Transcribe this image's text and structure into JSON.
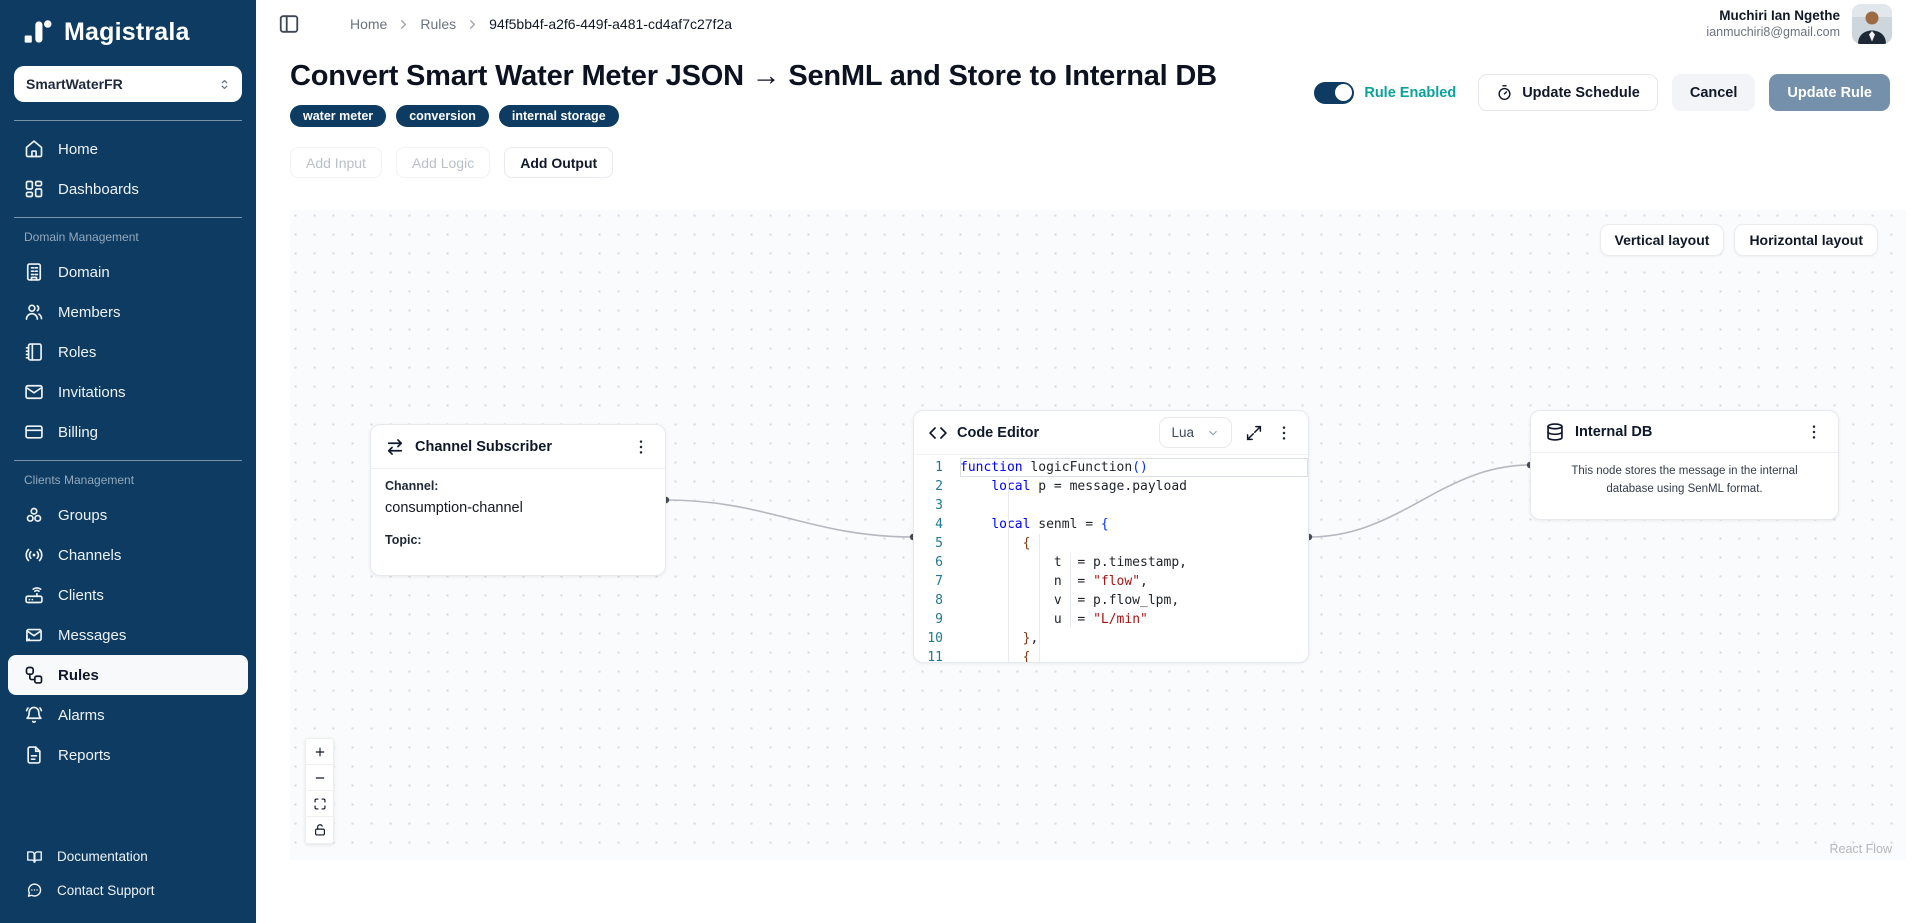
{
  "brand": {
    "name": "Magistrala"
  },
  "sidebar": {
    "domain_selector": "SmartWaterFR",
    "active_item": "Rules",
    "primary": [
      "Home",
      "Dashboards"
    ],
    "sections": [
      {
        "title": "Domain Management",
        "items": [
          "Domain",
          "Members",
          "Roles",
          "Invitations",
          "Billing"
        ]
      },
      {
        "title": "Clients Management",
        "items": [
          "Groups",
          "Channels",
          "Clients",
          "Messages",
          "Rules",
          "Alarms",
          "Reports"
        ]
      }
    ],
    "footer": [
      "Documentation",
      "Contact Support"
    ]
  },
  "topbar": {
    "breadcrumb": [
      "Home",
      "Rules",
      "94f5bb4f-a2f6-449f-a481-cd4af7c27f2a"
    ],
    "user": {
      "name": "Muchiri Ian Ngethe",
      "email": "ianmuchiri8@gmail.com"
    }
  },
  "rule": {
    "title": "Convert Smart Water Meter JSON → SenML and Store to Internal DB",
    "tags": [
      "water meter",
      "conversion",
      "internal storage"
    ],
    "toggle_label": "Rule Enabled",
    "toggle_on": true,
    "actions": {
      "update_schedule": "Update Schedule",
      "cancel": "Cancel",
      "update_rule": "Update Rule"
    },
    "add_buttons": [
      {
        "label": "Add Input",
        "enabled": false
      },
      {
        "label": "Add Logic",
        "enabled": false
      },
      {
        "label": "Add Output",
        "enabled": true
      }
    ]
  },
  "canvas": {
    "layout_buttons": [
      "Vertical layout",
      "Horizontal layout"
    ],
    "zoom_controls": [
      "zoom-in",
      "zoom-out",
      "fit-view",
      "lock"
    ],
    "attribution": "React Flow",
    "nodes": {
      "channel_subscriber": {
        "title": "Channel Subscriber",
        "fields": [
          {
            "label": "Channel:",
            "value": "consumption-channel"
          },
          {
            "label": "Topic:",
            "value": ""
          }
        ]
      },
      "code_editor": {
        "title": "Code Editor",
        "language": "Lua",
        "lines": [
          [
            [
              "kw",
              "function"
            ],
            [
              "pl",
              " logicFunction"
            ],
            [
              "b1",
              "()"
            ]
          ],
          [
            [
              "pl",
              "    "
            ],
            [
              "kw",
              "local"
            ],
            [
              "pl",
              " p = message.payload"
            ]
          ],
          [],
          [
            [
              "pl",
              "    "
            ],
            [
              "kw",
              "local"
            ],
            [
              "pl",
              " senml = "
            ],
            [
              "b1",
              "{"
            ]
          ],
          [
            [
              "pl",
              "        "
            ],
            [
              "b2",
              "{"
            ]
          ],
          [
            [
              "pl",
              "            t  = p.timestamp,"
            ]
          ],
          [
            [
              "pl",
              "            n  = "
            ],
            [
              "st",
              "\"flow\""
            ],
            [
              "pl",
              ","
            ]
          ],
          [
            [
              "pl",
              "            v  = p.flow_lpm,"
            ]
          ],
          [
            [
              "pl",
              "            u  = "
            ],
            [
              "st",
              "\"L/min\""
            ]
          ],
          [
            [
              "pl",
              "        "
            ],
            [
              "b2",
              "}"
            ],
            [
              "pl",
              ","
            ]
          ],
          [
            [
              "pl",
              "        "
            ],
            [
              "b2",
              "{"
            ]
          ]
        ]
      },
      "internal_db": {
        "title": "Internal DB",
        "description": "This node stores the message in the internal database using SenML format."
      }
    }
  },
  "colors": {
    "sidebar_navy": "#0d3b61",
    "teal_accent": "#0ba29a",
    "primary_button": "#7590aa"
  }
}
